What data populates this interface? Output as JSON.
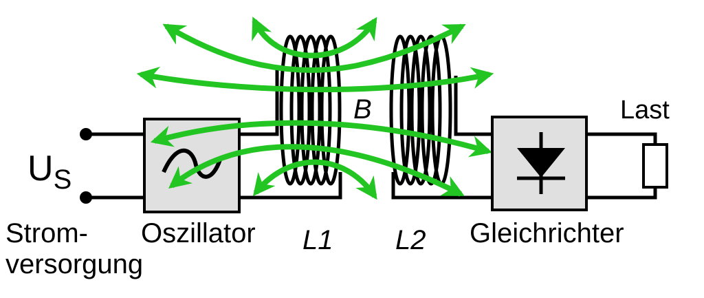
{
  "labels": {
    "voltage_main": "U",
    "voltage_sub": "S",
    "supply_line1": "Strom-",
    "supply_line2": "versorgung",
    "oscillator": "Oszillator",
    "coil1": "L1",
    "coil2": "L2",
    "field": "B",
    "rectifier": "Gleichrichter",
    "load": "Last"
  },
  "colors": {
    "field": "#22c522",
    "box": "#e0e0e0",
    "wire": "#000000"
  }
}
